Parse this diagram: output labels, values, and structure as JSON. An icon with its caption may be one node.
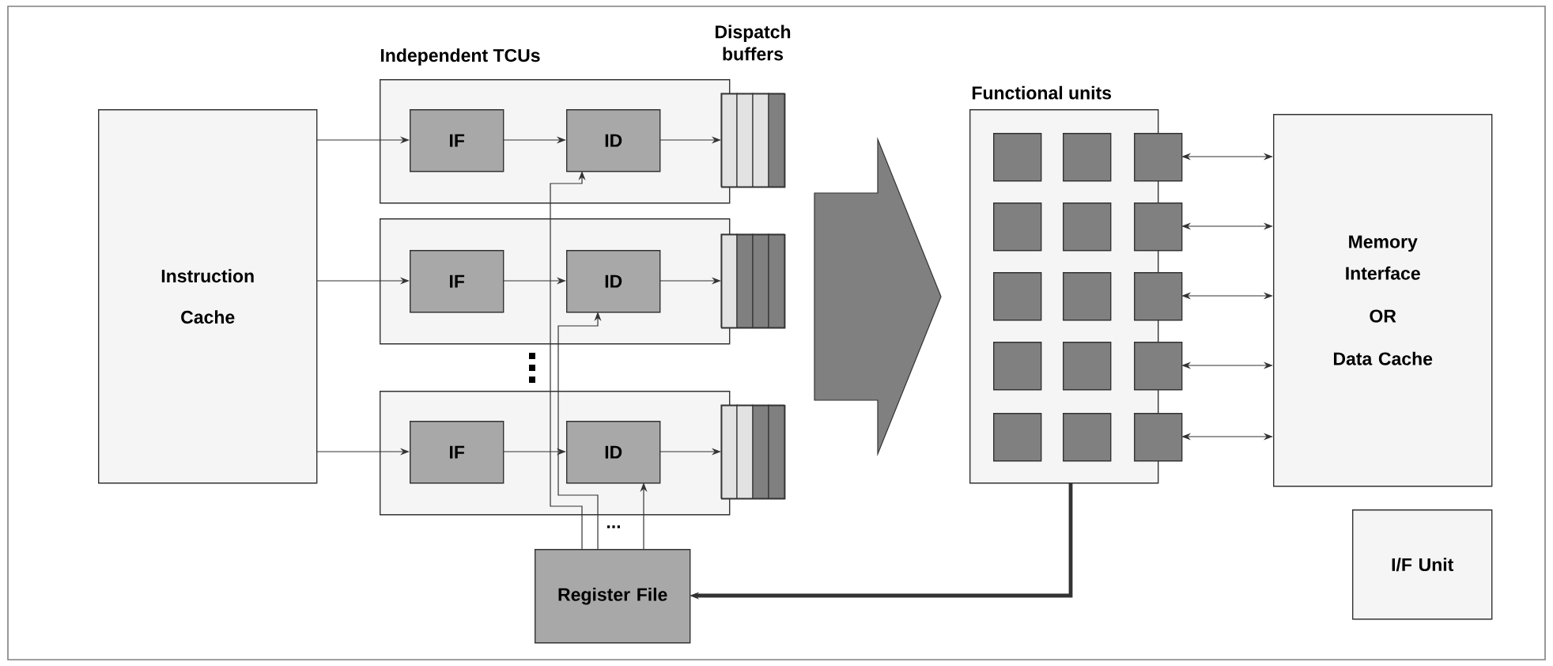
{
  "diagram": {
    "nodes": [
      {
        "text": [
          "Instruction Cache"
        ]
      },
      {
        "text": [],
        "shape": "box"
      },
      {
        "text": [
          "IF"
        ],
        "in": 1
      },
      {
        "text": [
          "ID"
        ],
        "in": 1
      },
      {
        "text": [],
        "shape": "box"
      },
      {
        "text": [],
        "shape": "box"
      },
      {
        "text": [
          "IF"
        ],
        "in": 5
      },
      {
        "text": [
          "ID"
        ],
        "in": 5
      },
      {
        "text": [],
        "shape": "box"
      },
      {
        "text": [],
        "shape": "box"
      },
      {
        "text": [
          "IF"
        ],
        "in": 9
      },
      {
        "text": [
          "ID"
        ],
        "in": 9
      },
      {
        "text": [],
        "shape": "box"
      },
      {
        "text": [
          "Register File"
        ]
      },
      {
        "text": [],
        "shape": "arrow"
      },
      {
        "text": [
          "Functional units"
        ]
      },
      {
        "text": [],
        "shape": "box",
        "in": 15
      },
      {
        "text": [],
        "shape": "box",
        "in": 15
      },
      {
        "text": [],
        "shape": "box"
      },
      {
        "text": [],
        "shape": "box",
        "in": 15
      },
      {
        "text": [],
        "shape": "box",
        "in": 15
      },
      {
        "text": [],
        "shape": "box"
      },
      {
        "text": [],
        "shape": "box",
        "in": 15
      },
      {
        "text": [],
        "shape": "box",
        "in": 15
      },
      {
        "text": [],
        "shape": "box"
      },
      {
        "text": [],
        "shape": "box",
        "in": 15
      },
      {
        "text": [],
        "shape": "box",
        "in": 15
      },
      {
        "text": [],
        "shape": "box"
      },
      {
        "text": [],
        "shape": "box",
        "in": 15
      },
      {
        "text": [],
        "shape": "box",
        "in": 15
      },
      {
        "text": [],
        "shape": "box"
      },
      {
        "text": [
          "Memory Interface",
          "OR",
          "Data Cache"
        ]
      },
      {
        "text": [
          "I/F Unit"
        ]
      }
    ],
    "edges": [
      {
        "from": 0,
        "to": 2,
        "arrow": "to"
      },
      {
        "from": 0,
        "to": 6,
        "arrow": "to"
      },
      {
        "from": 0,
        "to": 10,
        "arrow": "to"
      },
      {
        "from": 2,
        "to": 3,
        "arrow": "to"
      },
      {
        "from": 6,
        "to": 7,
        "arrow": "to"
      },
      {
        "from": 10,
        "to": 11,
        "arrow": "to"
      },
      {
        "from": 3,
        "to": 4,
        "arrow": "to"
      },
      {
        "from": 7,
        "to": 8,
        "arrow": "to"
      },
      {
        "from": 11,
        "to": 12,
        "arrow": "to"
      },
      {
        "from": 13,
        "to": 3,
        "arrow": "to"
      },
      {
        "from": 13,
        "to": 7,
        "arrow": "to"
      },
      {
        "from": 13,
        "to": 11,
        "arrow": "to"
      },
      {
        "from": 18,
        "to": 31,
        "arrow": "both"
      },
      {
        "from": 21,
        "to": 31,
        "arrow": "both"
      },
      {
        "from": 24,
        "to": 31,
        "arrow": "both"
      },
      {
        "from": 27,
        "to": 31,
        "arrow": "both"
      },
      {
        "from": 30,
        "to": 31,
        "arrow": "both"
      },
      {
        "from": 15,
        "to": 13,
        "arrow": "to",
        "style": "thick"
      }
    ],
    "labels": [
      "Independent TCUs",
      "Dispatch buffers",
      "..."
    ]
  }
}
